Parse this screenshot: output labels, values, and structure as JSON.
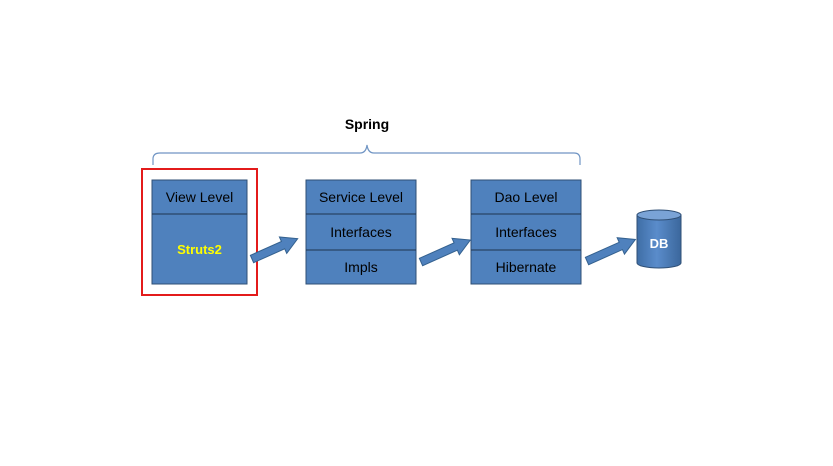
{
  "diagram": {
    "spring_label": "Spring",
    "view": {
      "title": "View Level",
      "framework": "Struts2",
      "highlighted": true,
      "highlight_color": "#e31b1b"
    },
    "service": {
      "title": "Service Level",
      "rows": [
        "Interfaces",
        "Impls"
      ]
    },
    "dao": {
      "title": "Dao Level",
      "rows": [
        "Interfaces",
        "Hibernate"
      ]
    },
    "db_label": "DB",
    "colors": {
      "box_fill": "#4f81bd",
      "box_border": "#2f4f75",
      "framework_text": "#ffff00",
      "brace": "#7095c4",
      "arrow": "#4f81bd"
    }
  }
}
